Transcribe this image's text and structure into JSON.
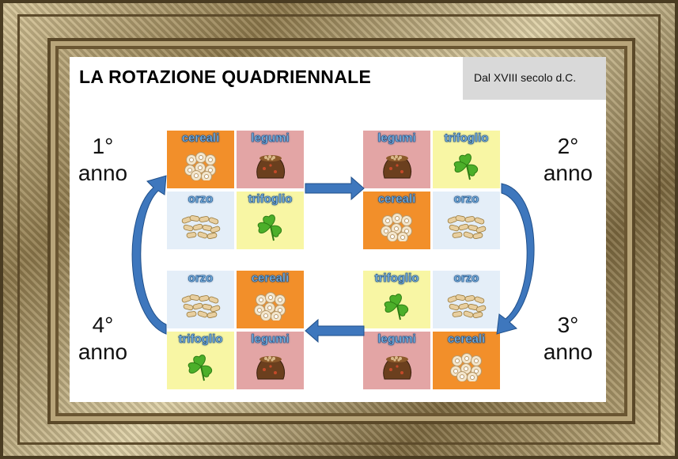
{
  "title": "LA ROTAZIONE QUADRIENNALE",
  "subtitle": "Dal XVIII secolo d.C.",
  "colors": {
    "cereali": "#f28f2a",
    "legumi": "#e3a5a5",
    "orzo": "#e4eef8",
    "trifoglio": "#f8f6a4",
    "arrow": "#3e77bd",
    "label_fill": "#7fb8e6"
  },
  "years": [
    {
      "number": "1°",
      "word": "anno"
    },
    {
      "number": "2°",
      "word": "anno"
    },
    {
      "number": "3°",
      "word": "anno"
    },
    {
      "number": "4°",
      "word": "anno"
    }
  ],
  "grids": [
    {
      "cells": [
        {
          "label": "cereali",
          "crop": "cereali",
          "icon": "cereal-icon"
        },
        {
          "label": "legumi",
          "crop": "legumi",
          "icon": "legumes-sack-icon"
        },
        {
          "label": "orzo",
          "crop": "orzo",
          "icon": "barley-pasta-icon"
        },
        {
          "label": "trifoglio",
          "crop": "trifoglio",
          "icon": "clover-icon"
        }
      ]
    },
    {
      "cells": [
        {
          "label": "legumi",
          "crop": "legumi",
          "icon": "legumes-sack-icon"
        },
        {
          "label": "trifoglio",
          "crop": "trifoglio",
          "icon": "clover-icon"
        },
        {
          "label": "cereali",
          "crop": "cereali",
          "icon": "cereal-icon"
        },
        {
          "label": "orzo",
          "crop": "orzo",
          "icon": "barley-pasta-icon"
        }
      ]
    },
    {
      "cells": [
        {
          "label": "trifoglio",
          "crop": "trifoglio",
          "icon": "clover-icon"
        },
        {
          "label": "orzo",
          "crop": "orzo",
          "icon": "barley-pasta-icon"
        },
        {
          "label": "legumi",
          "crop": "legumi",
          "icon": "legumes-sack-icon"
        },
        {
          "label": "cereali",
          "crop": "cereali",
          "icon": "cereal-icon"
        }
      ]
    },
    {
      "cells": [
        {
          "label": "orzo",
          "crop": "orzo",
          "icon": "barley-pasta-icon"
        },
        {
          "label": "cereali",
          "crop": "cereali",
          "icon": "cereal-icon"
        },
        {
          "label": "trifoglio",
          "crop": "trifoglio",
          "icon": "clover-icon"
        },
        {
          "label": "legumi",
          "crop": "legumi",
          "icon": "legumes-sack-icon"
        }
      ]
    }
  ]
}
